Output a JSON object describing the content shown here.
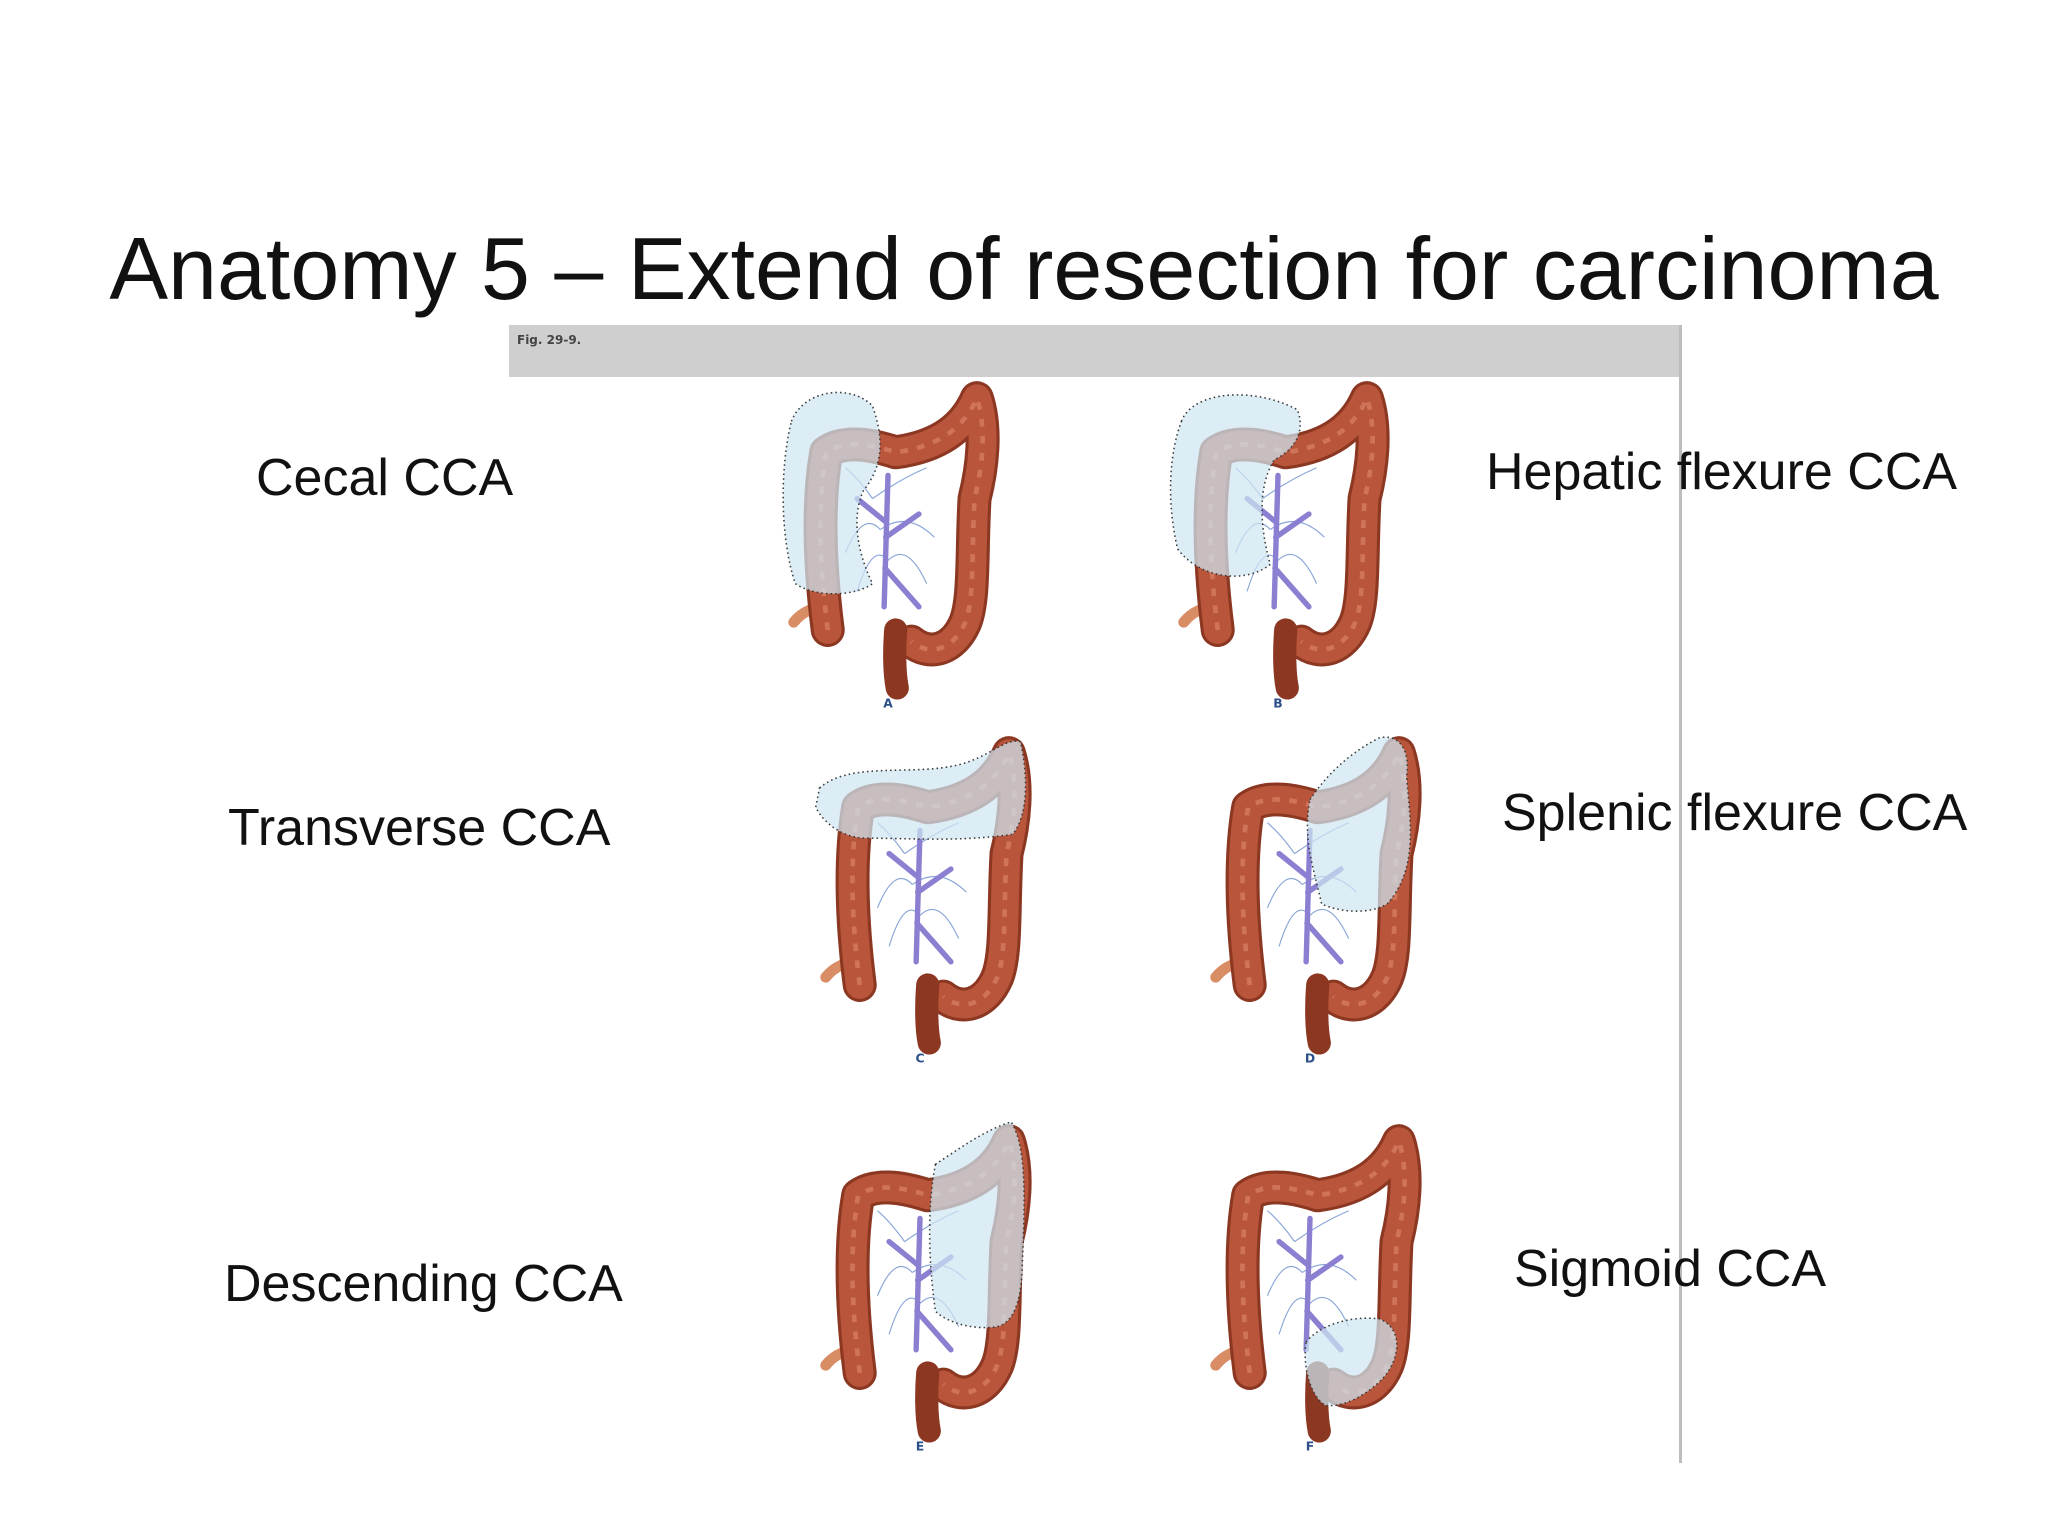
{
  "title": "Anatomy 5 – Extend of resection for carcinoma",
  "figure": {
    "label": "Fig. 29-9.",
    "panels": [
      {
        "letter": "A",
        "resection": "cecal"
      },
      {
        "letter": "B",
        "resection": "hepatic"
      },
      {
        "letter": "C",
        "resection": "transverse"
      },
      {
        "letter": "D",
        "resection": "splenic"
      },
      {
        "letter": "E",
        "resection": "descending"
      },
      {
        "letter": "F",
        "resection": "sigmoid"
      }
    ]
  },
  "labels": {
    "cecal": "Cecal CCA",
    "hepatic": "Hepatic flexure CCA",
    "transverse": "Transverse CCA",
    "splenic": "Splenic flexure CCA",
    "descending": "Descending CCA",
    "sigmoid": "Sigmoid CCA"
  },
  "colors": {
    "colon": "#b8553a",
    "colon_dark": "#8c3722",
    "vessel": "#8a7fd0",
    "resection_fill": "#cfe6f3",
    "resected_gray": "#b7b7b7"
  }
}
